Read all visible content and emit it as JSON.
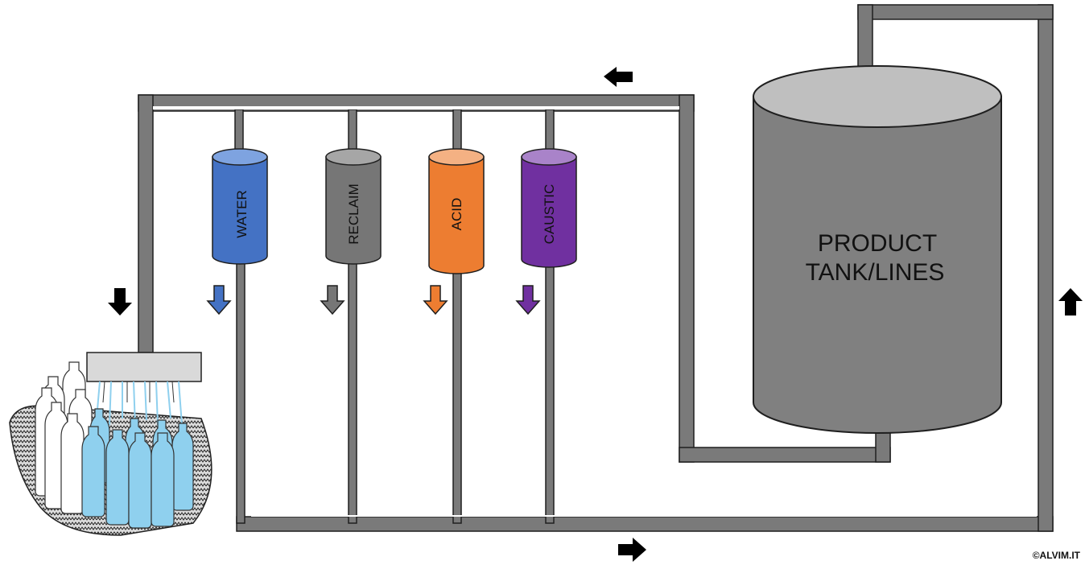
{
  "tanks": [
    {
      "label": "WATER",
      "color": "#4472c4",
      "top_color": "#7ea3e0",
      "arrow_color": "#4472c4"
    },
    {
      "label": "RECLAIM",
      "color": "#767676",
      "top_color": "#a6a6a6",
      "arrow_color": "#767676"
    },
    {
      "label": "ACID",
      "color": "#ed7d31",
      "top_color": "#f4b183",
      "arrow_color": "#ed7d31"
    },
    {
      "label": "CAUSTIC",
      "color": "#7030a0",
      "top_color": "#a983c9",
      "arrow_color": "#7030a0"
    }
  ],
  "product_tank": {
    "line1": "PRODUCT",
    "line2": "TANK/LINES",
    "color": "#808080",
    "top_color": "#bfbfbf"
  },
  "pipe_color": "#7a7a7a",
  "bottle_color": "#8fd0ee",
  "copyright": "©ALVIM.IT"
}
